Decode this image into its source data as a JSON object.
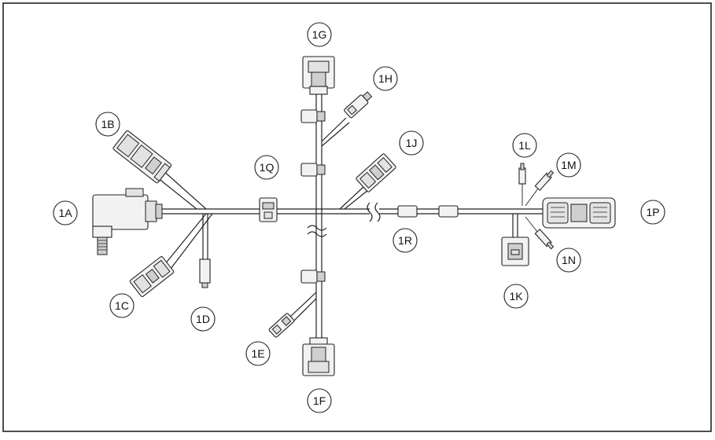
{
  "callouts": {
    "c1A": "1A",
    "c1B": "1B",
    "c1C": "1C",
    "c1D": "1D",
    "c1E": "1E",
    "c1F": "1F",
    "c1G": "1G",
    "c1H": "1H",
    "c1J": "1J",
    "c1K": "1K",
    "c1L": "1L",
    "c1M": "1M",
    "c1N": "1N",
    "c1P": "1P",
    "c1Q": "1Q",
    "c1R": "1R"
  },
  "colors": {
    "border": "#222222",
    "wire": "#222222",
    "connector_fill": "#f2f2f2",
    "connector_shade": "#cfcfcf"
  }
}
